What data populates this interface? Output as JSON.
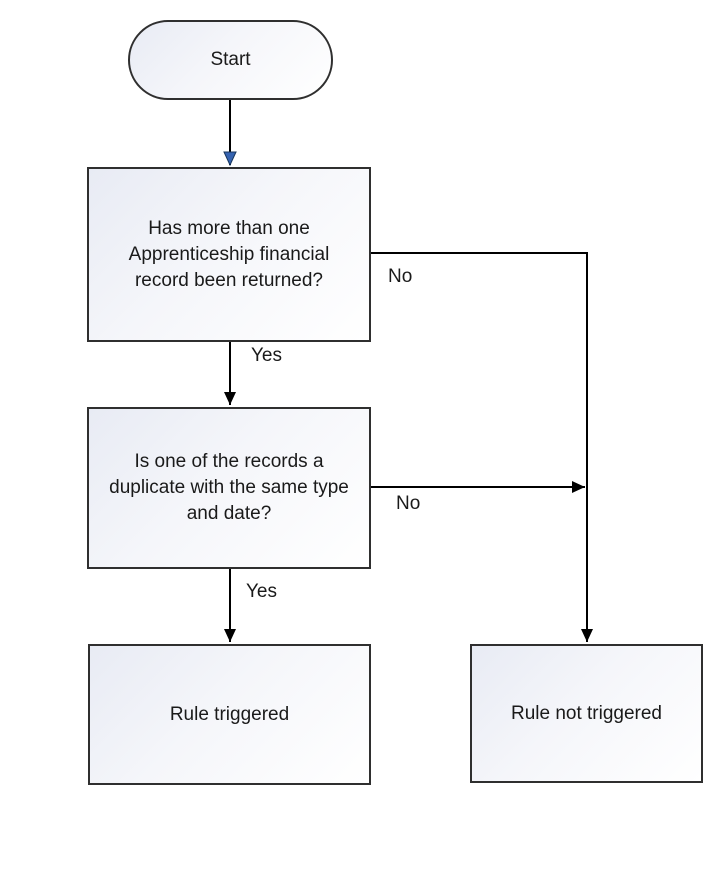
{
  "flowchart": {
    "nodes": {
      "start": {
        "label": "Start",
        "shape": "terminator"
      },
      "q1": {
        "label": "Has more than one\nApprenticeship financial\nrecord been returned?",
        "shape": "rectangle"
      },
      "q2": {
        "label": "Is one of the records a\nduplicate with the same type\nand date?",
        "shape": "rectangle"
      },
      "rule_triggered": {
        "label": "Rule triggered",
        "shape": "rectangle"
      },
      "rule_not_triggered": {
        "label": "Rule not triggered",
        "shape": "rectangle"
      }
    },
    "edge_labels": {
      "q1_yes": "Yes",
      "q1_no": "No",
      "q2_yes": "Yes",
      "q2_no": "No"
    },
    "colors": {
      "node_fill_start": "#e8ebf4",
      "node_fill_end": "#ffffff",
      "node_border": "#2f2f2f",
      "connector": "#000000",
      "arrow_blue_fill": "#3563b1",
      "arrow_blue_stroke": "#17365d",
      "text": "#1a1a1a"
    }
  }
}
